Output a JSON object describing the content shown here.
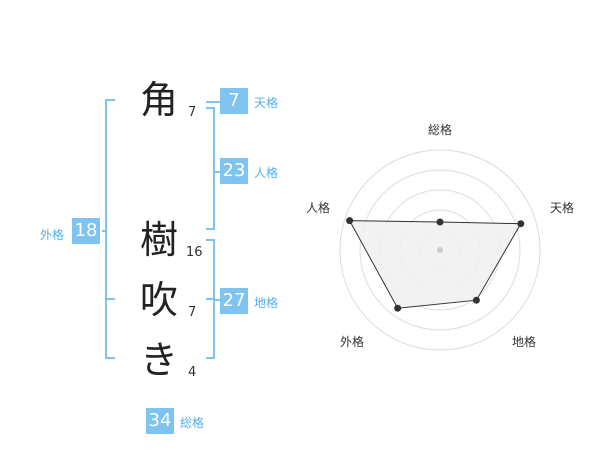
{
  "name": {
    "characters": [
      {
        "char": "角",
        "strokes": "7"
      },
      {
        "char": "樹",
        "strokes": "16"
      },
      {
        "char": "吹",
        "strokes": "7"
      },
      {
        "char": "き",
        "strokes": "4"
      }
    ]
  },
  "fortunes": {
    "tenkaku": {
      "value": "7",
      "label": "天格"
    },
    "jinkaku": {
      "value": "23",
      "label": "人格"
    },
    "chikaku": {
      "value": "27",
      "label": "地格"
    },
    "gaikaku": {
      "value": "18",
      "label": "外格"
    },
    "soukaku": {
      "value": "34",
      "label": "総格"
    }
  },
  "radar": {
    "axes": [
      "総格",
      "天格",
      "地格",
      "外格",
      "人格"
    ],
    "values": [
      0.28,
      0.85,
      0.62,
      0.72,
      0.95
    ],
    "colors": {
      "fill": "#f0f0f0",
      "stroke": "#333333",
      "ring": "#dddddd",
      "point": "#333333"
    }
  },
  "colors": {
    "bracket": "#7fc4f0",
    "badge": "#7fc4f0"
  }
}
